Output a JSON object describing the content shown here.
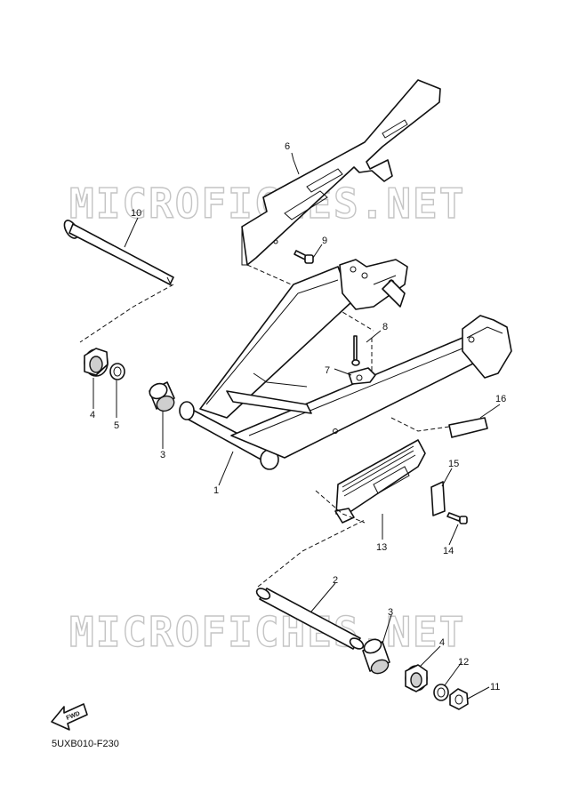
{
  "watermark": {
    "top": "MICROFICHES.NET",
    "bottom": "MICROFICHES.NET"
  },
  "diagram_code": "5UXB010-F230",
  "fwd_label": "FWD",
  "callouts": {
    "p1": "1",
    "p2": "2",
    "p3a": "3",
    "p3b": "3",
    "p4a": "4",
    "p4b": "4",
    "p5": "5",
    "p6": "6",
    "p7": "7",
    "p8": "8",
    "p9": "9",
    "p10": "10",
    "p11": "11",
    "p12": "12",
    "p13": "13",
    "p14": "14",
    "p15": "15",
    "p16": "16"
  }
}
